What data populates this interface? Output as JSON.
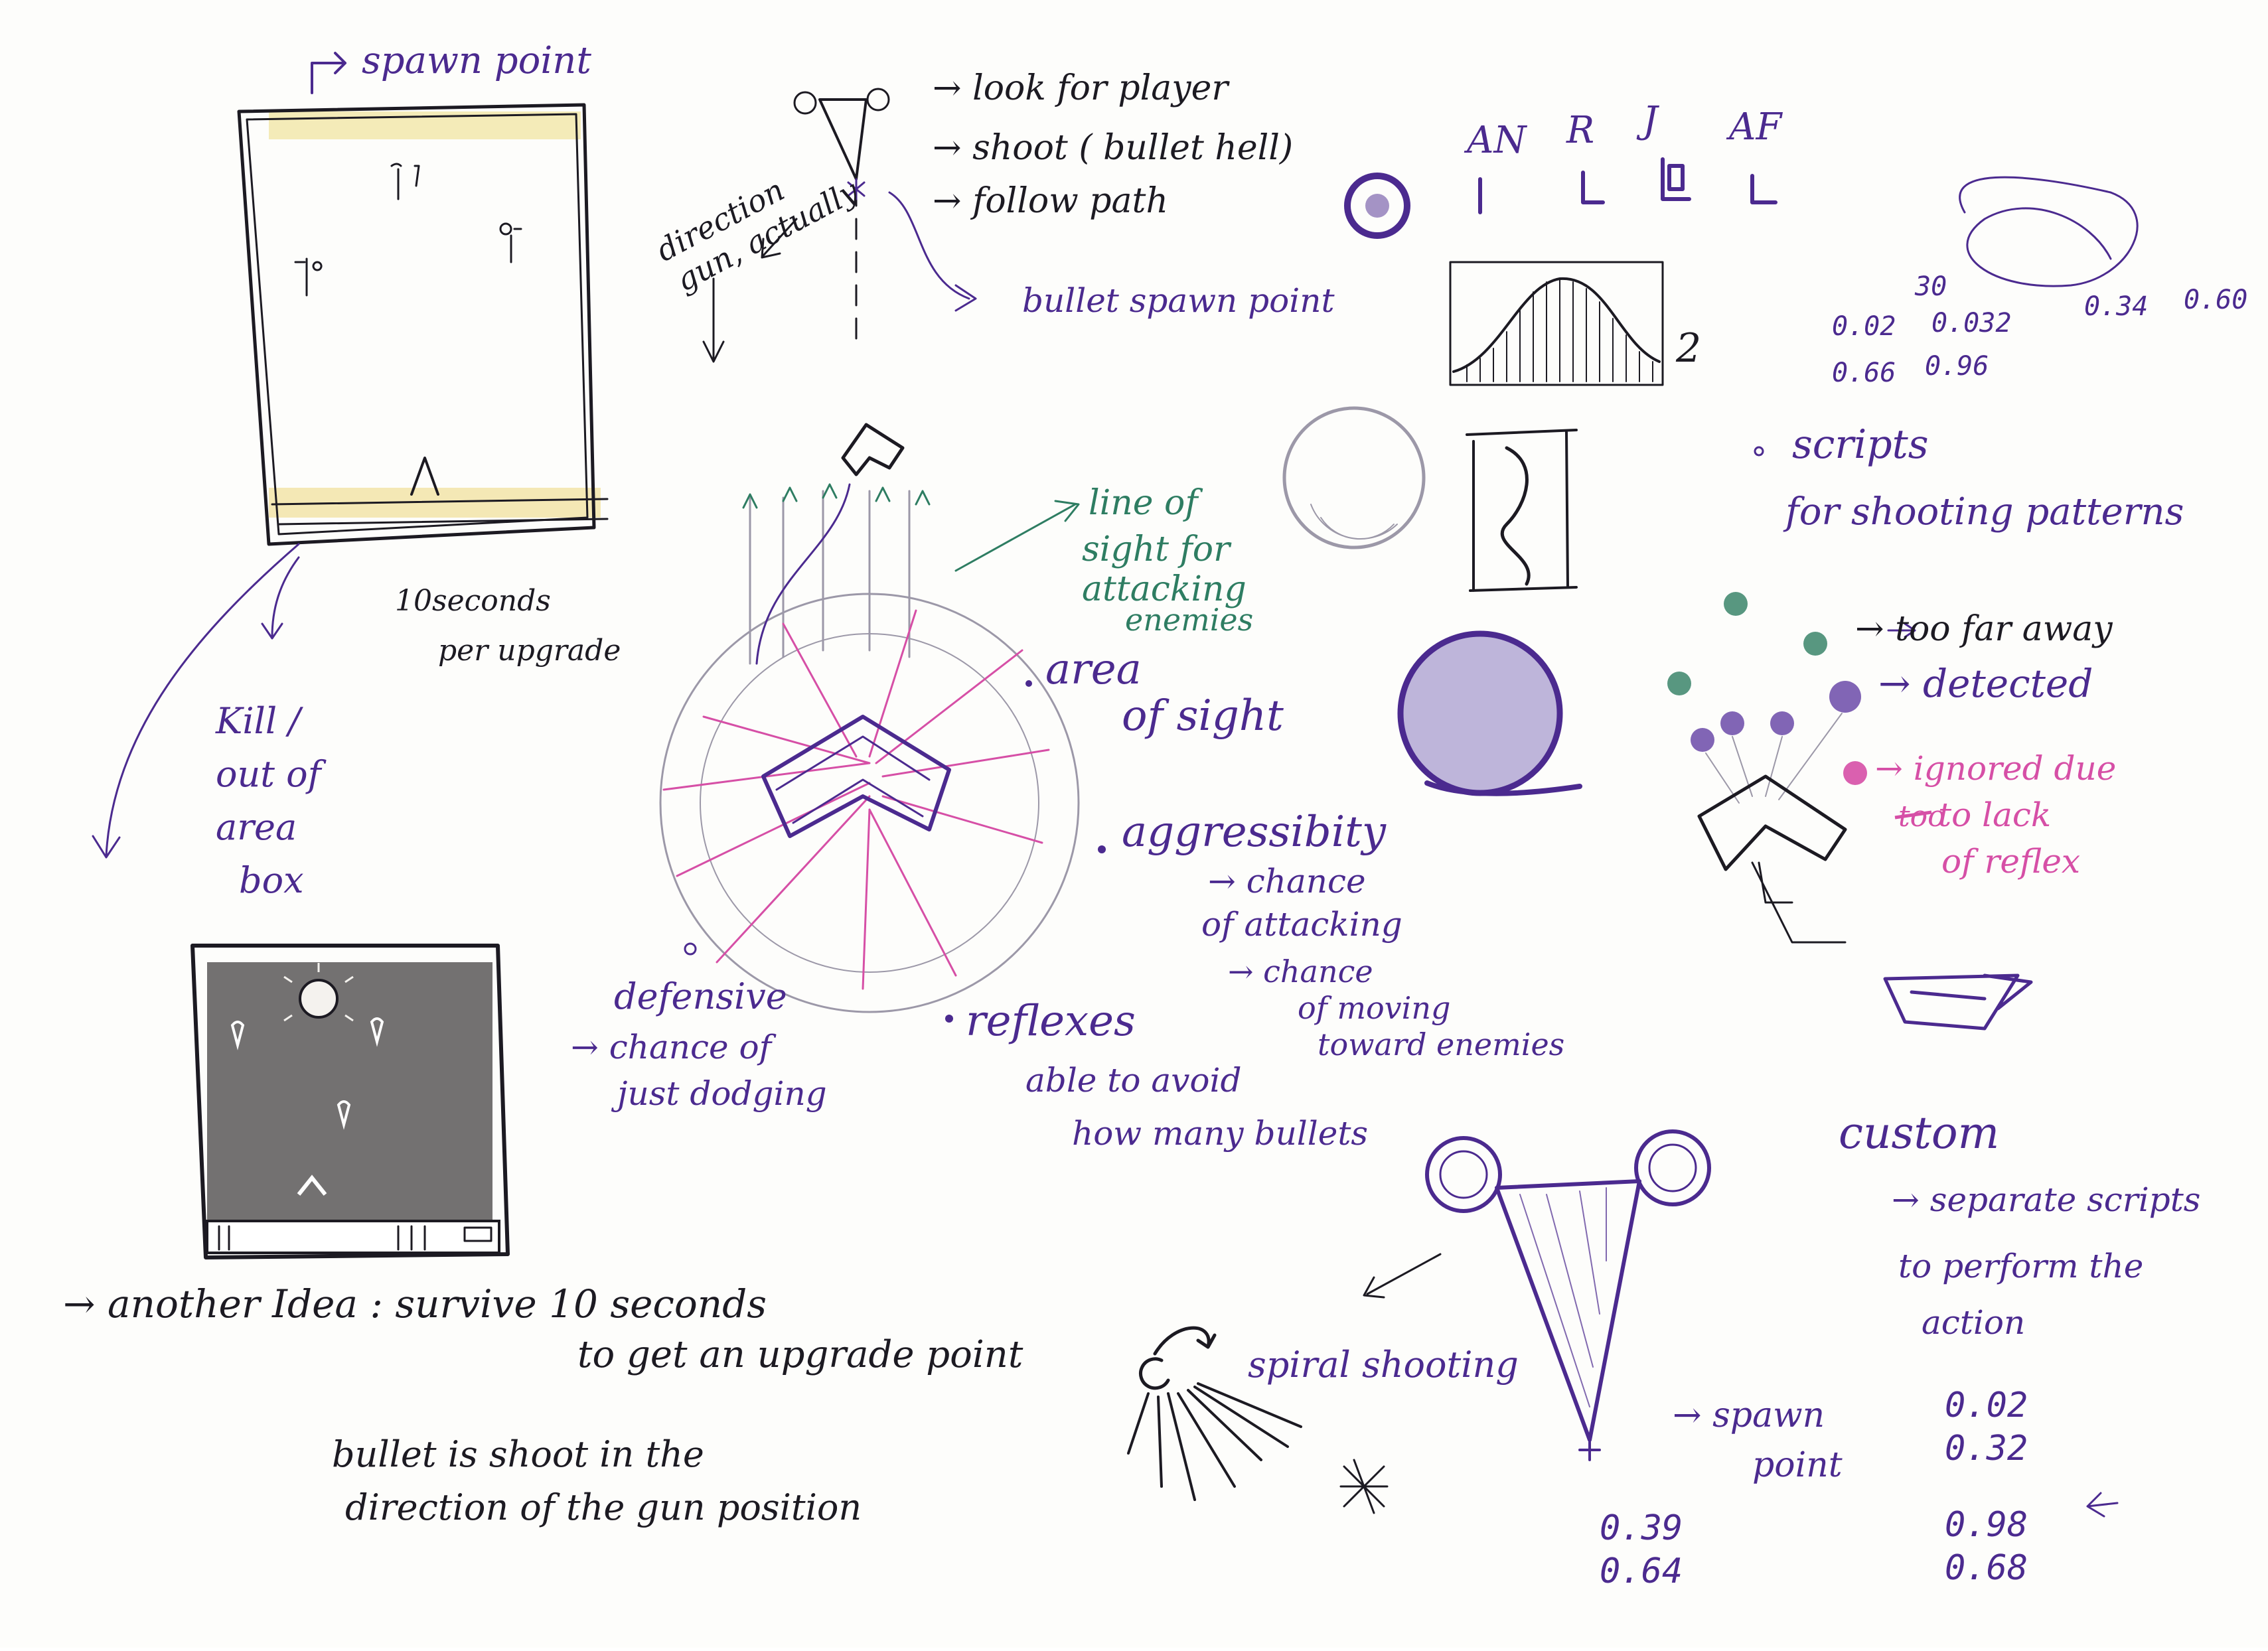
{
  "colors": {
    "purple_ink": "#4b2a8f",
    "black_ink": "#1c1a22",
    "pink_ink": "#d64fa6",
    "green_ink": "#2e7d62",
    "highlighter": "#f1e6a8"
  },
  "play_area": {
    "spawn_label": "spawn point",
    "timer_note_1": "10seconds",
    "timer_note_2": "per upgrade",
    "kill_note": [
      "Kill /",
      "out of",
      "area",
      "box"
    ]
  },
  "enemy_notes": {
    "items": [
      "→ look for player",
      "→ shoot ( bullet hell)",
      "→ follow path"
    ],
    "direction_note": [
      "direction",
      "gun, actually"
    ],
    "bullet_spawn": "bullet spawn point"
  },
  "sight_diagram": {
    "line_of_sight": [
      "line of",
      "sight for",
      "attacking",
      "enemies"
    ],
    "area_of_sight": [
      "area",
      "of sight"
    ],
    "aggressivity": "aggressibity",
    "aggr_sub": [
      "→ chance",
      "of attacking",
      "→ chance",
      "of moving",
      "toward enemies"
    ],
    "defensive": "defensive",
    "defensive_sub": [
      "→ chance of",
      "just dodging"
    ],
    "reflexes": "reflexes",
    "reflexes_sub": [
      "able to avoid",
      "how many bullets"
    ]
  },
  "classes": {
    "labels": [
      "AN",
      "R",
      "J",
      "AF"
    ],
    "mark_2": "2"
  },
  "shooting": {
    "numbers_row1": [
      "0.02",
      "0.032",
      "0.34",
      "0.60"
    ],
    "numbers_row1_top": "30",
    "numbers_row2": [
      "0.66",
      "0.96"
    ],
    "scripts_note": [
      "scripts",
      "for shooting patterns"
    ]
  },
  "detection": {
    "too_far": "→ too far away",
    "detected": "→ detected",
    "ignored": [
      "→ ignored due",
      "to lack",
      "of reflex"
    ],
    "struck_word": "too"
  },
  "idea": {
    "line1": "→ another Idea : survive 10 seconds",
    "line2": "to get an upgrade point",
    "bullet_line1": "bullet is shoot in the",
    "bullet_line2": "direction of the gun position"
  },
  "spiral": {
    "label": "spiral shooting",
    "spawn": [
      "→ spawn",
      "point"
    ],
    "left_numbers": [
      "0.39",
      "0.64"
    ],
    "right_numbers_top": [
      "0.02",
      "0.32"
    ],
    "right_numbers_bottom": [
      "0.98",
      "0.68"
    ]
  },
  "custom": {
    "title": "custom",
    "lines": [
      "→ separate scripts",
      "to perform the",
      "action"
    ]
  }
}
